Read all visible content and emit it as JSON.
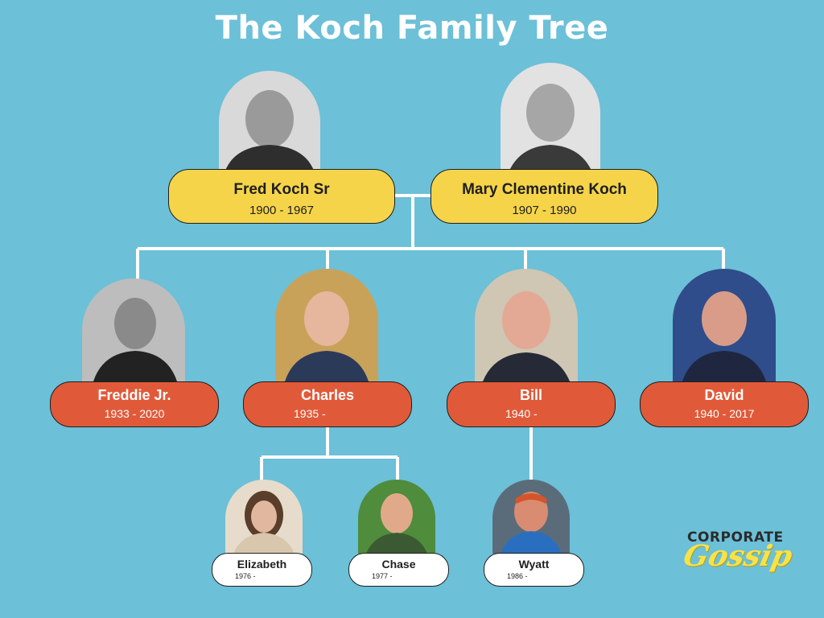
{
  "title": "The Koch Family Tree",
  "parents": [
    {
      "name": "Fred Koch Sr",
      "years": "1900 - 1967"
    },
    {
      "name": "Mary Clementine Koch",
      "years": "1907 - 1990"
    }
  ],
  "children": [
    {
      "name": "Freddie Jr.",
      "years": "1933 - 2020"
    },
    {
      "name": "Charles",
      "years": "1935 -"
    },
    {
      "name": "Bill",
      "years": "1940 -"
    },
    {
      "name": "David",
      "years": "1940 - 2017"
    }
  ],
  "grandchildren": [
    {
      "name": "Elizabeth",
      "years": "1976 -"
    },
    {
      "name": "Chase",
      "years": "1977 -"
    },
    {
      "name": "Wyatt",
      "years": "1986 -"
    }
  ],
  "logo": {
    "line1": "CORPORATE",
    "line2": "Gossip"
  },
  "colors": {
    "background": "#6cc0d8",
    "parent_box": "#f6d44a",
    "child_box": "#e05a3a",
    "grandchild_box": "#ffffff",
    "connector": "#ffffff"
  }
}
